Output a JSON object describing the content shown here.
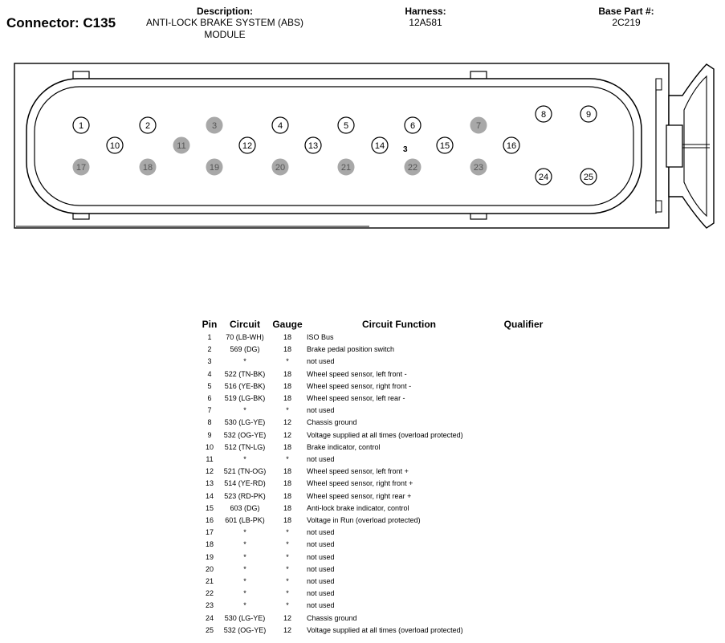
{
  "header": {
    "connector_label": "Connector:",
    "connector_id": "C135",
    "description_label": "Description:",
    "description_line1": "ANTI-LOCK BRAKE SYSTEM (ABS)",
    "description_line2": "MODULE",
    "harness_label": "Harness:",
    "harness_value": "12A581",
    "base_part_label": "Base Part #:",
    "base_part_value": "2C219"
  },
  "diagram": {
    "polarity_mark": "3",
    "pins": [
      {
        "n": "1",
        "used": true
      },
      {
        "n": "2",
        "used": true
      },
      {
        "n": "3",
        "used": false
      },
      {
        "n": "4",
        "used": true
      },
      {
        "n": "5",
        "used": true
      },
      {
        "n": "6",
        "used": true
      },
      {
        "n": "7",
        "used": false
      },
      {
        "n": "8",
        "used": true
      },
      {
        "n": "9",
        "used": true
      },
      {
        "n": "10",
        "used": true
      },
      {
        "n": "11",
        "used": false
      },
      {
        "n": "12",
        "used": true
      },
      {
        "n": "13",
        "used": true
      },
      {
        "n": "14",
        "used": true
      },
      {
        "n": "15",
        "used": true
      },
      {
        "n": "16",
        "used": true
      },
      {
        "n": "17",
        "used": false
      },
      {
        "n": "18",
        "used": false
      },
      {
        "n": "19",
        "used": false
      },
      {
        "n": "20",
        "used": false
      },
      {
        "n": "21",
        "used": false
      },
      {
        "n": "22",
        "used": false
      },
      {
        "n": "23",
        "used": false
      },
      {
        "n": "24",
        "used": true
      },
      {
        "n": "25",
        "used": true
      }
    ],
    "colors": {
      "used_fill": "#ffffff",
      "unused_fill": "#a8a8a8",
      "stroke": "#000000"
    }
  },
  "table": {
    "columns": [
      "Pin",
      "Circuit",
      "Gauge",
      "Circuit Function",
      "Qualifier"
    ],
    "rows": [
      [
        "1",
        "70 (LB-WH)",
        "18",
        "ISO Bus",
        ""
      ],
      [
        "2",
        "569 (DG)",
        "18",
        "Brake pedal position switch",
        ""
      ],
      [
        "3",
        "*",
        "*",
        "not used",
        ""
      ],
      [
        "4",
        "522 (TN-BK)",
        "18",
        "Wheel speed sensor, left front -",
        ""
      ],
      [
        "5",
        "516 (YE-BK)",
        "18",
        "Wheel speed sensor, right front -",
        ""
      ],
      [
        "6",
        "519 (LG-BK)",
        "18",
        "Wheel speed sensor, left rear -",
        ""
      ],
      [
        "7",
        "*",
        "*",
        "not used",
        ""
      ],
      [
        "8",
        "530 (LG-YE)",
        "12",
        "Chassis ground",
        ""
      ],
      [
        "9",
        "532 (OG-YE)",
        "12",
        "Voltage supplied at all times (overload protected)",
        ""
      ],
      [
        "10",
        "512 (TN-LG)",
        "18",
        "Brake indicator, control",
        ""
      ],
      [
        "11",
        "*",
        "*",
        "not used",
        ""
      ],
      [
        "12",
        "521 (TN-OG)",
        "18",
        "Wheel speed sensor, left front +",
        ""
      ],
      [
        "13",
        "514 (YE-RD)",
        "18",
        "Wheel speed sensor, right front +",
        ""
      ],
      [
        "14",
        "523 (RD-PK)",
        "18",
        "Wheel speed sensor, right rear +",
        ""
      ],
      [
        "15",
        "603 (DG)",
        "18",
        "Anti-lock brake indicator, control",
        ""
      ],
      [
        "16",
        "601 (LB-PK)",
        "18",
        "Voltage in Run (overload protected)",
        ""
      ],
      [
        "17",
        "*",
        "*",
        "not used",
        ""
      ],
      [
        "18",
        "*",
        "*",
        "not used",
        ""
      ],
      [
        "19",
        "*",
        "*",
        "not used",
        ""
      ],
      [
        "20",
        "*",
        "*",
        "not used",
        ""
      ],
      [
        "21",
        "*",
        "*",
        "not used",
        ""
      ],
      [
        "22",
        "*",
        "*",
        "not used",
        ""
      ],
      [
        "23",
        "*",
        "*",
        "not used",
        ""
      ],
      [
        "24",
        "530 (LG-YE)",
        "12",
        "Chassis ground",
        ""
      ],
      [
        "25",
        "532 (OG-YE)",
        "12",
        "Voltage supplied at all times (overload protected)",
        ""
      ]
    ]
  }
}
